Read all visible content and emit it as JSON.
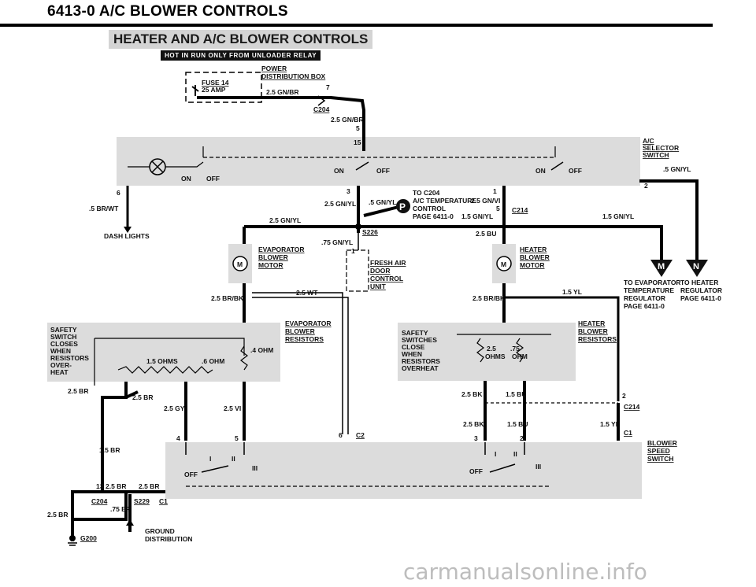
{
  "header": {
    "title": "6413-0 A/C BLOWER CONTROLS",
    "subtitle": "HEATER AND A/C BLOWER CONTROLS",
    "banner": "HOT IN RUN ONLY FROM UNLOADER RELAY"
  },
  "power_box": {
    "title_line1": "POWER",
    "title_line2": "DISTRIBUTION BOX",
    "fuse": "FUSE 14",
    "fuse_amp": "25 AMP",
    "wire": "2.5 GN/BR",
    "pin": "7"
  },
  "connectors": {
    "c204": "C204",
    "c214": "C214",
    "c1": "C1",
    "c2": "C2",
    "s226": "S226",
    "s229": "S229",
    "g200": "G200"
  },
  "wires": {
    "gnbr_25": "2.5 GN/BR",
    "gnyl_5": ".5 GN/YL",
    "gnyl_25": "2.5 GN/YL",
    "gnvi_25": "2.5 GN/VI",
    "gnyl_15": "1.5 GN/YL",
    "brwt_5": ".5 BR/WT",
    "gnyl_75": ".75 GN/YL",
    "bu_25": "2.5 BU",
    "brbk_25": "2.5 BR/BK",
    "wt_25": "2.5 WT",
    "yl_15": "1.5 YL",
    "br_25": "2.5 BR",
    "gy_25": "2.5 GY",
    "vi_25": "2.5 VI",
    "bk_25": "2.5 BK",
    "bu_15": "1.5 BU",
    "br_15": "1.5 BR",
    "br_75": ".75 BR"
  },
  "pins": {
    "p5": "5",
    "p15": "15",
    "p6": "6",
    "p3": "3",
    "p1": "1",
    "p2": "2",
    "p4": "4",
    "p13": "13"
  },
  "components": {
    "ac_selector": [
      "A/C",
      "SELECTOR",
      "SWITCH"
    ],
    "dash_lights": "DASH LIGHTS",
    "on": "ON",
    "off": "OFF",
    "to_c204": "TO C204",
    "ac_temp": [
      "A/C TEMPERATURE",
      "CONTROL",
      "PAGE 6411-0"
    ],
    "evap_blower_motor": [
      "EVAPORATOR",
      "BLOWER",
      "MOTOR"
    ],
    "fresh_air": [
      "FRESH AIR",
      "DOOR",
      "CONTROL",
      "UNIT"
    ],
    "heater_blower_motor": [
      "HEATER",
      "BLOWER",
      "MOTOR"
    ],
    "to_evap": [
      "TO EVAPORATOR",
      "TEMPERATURE",
      "REGULATOR",
      "PAGE 6411-0"
    ],
    "to_heater": [
      "TO HEATER",
      "REGULATOR",
      "PAGE 6411-0"
    ],
    "evap_resistors": [
      "EVAPORATOR",
      "BLOWER",
      "RESISTORS"
    ],
    "heater_resistors": [
      "HEATER",
      "BLOWER",
      "RESISTORS"
    ],
    "safety_left": [
      "SAFETY",
      "SWITCH",
      "CLOSES",
      "WHEN",
      "RESISTORS",
      "OVER-",
      "HEAT"
    ],
    "safety_right": [
      "SAFETY",
      "SWITCHES",
      "CLOSE",
      "WHEN",
      "RESISTORS",
      "OVERHEAT"
    ],
    "ohm_4": ".4 OHM",
    "ohm_15": "1.5 OHMS",
    "ohm_6": ".6 OHM",
    "r_25": "2.5",
    "r_75": ".75",
    "r_ohms": "OHMS",
    "r_ohm": "OHM",
    "blower_speed": [
      "BLOWER",
      "SPEED",
      "SWITCH"
    ],
    "ground": [
      "GROUND",
      "DISTRIBUTION"
    ],
    "speed_I": "I",
    "speed_II": "II",
    "speed_III": "III",
    "bubble_p": "P",
    "bubble_m": "M",
    "bubble_n": "N",
    "motor_m": "M"
  },
  "watermark": "carmanualsonline.info"
}
